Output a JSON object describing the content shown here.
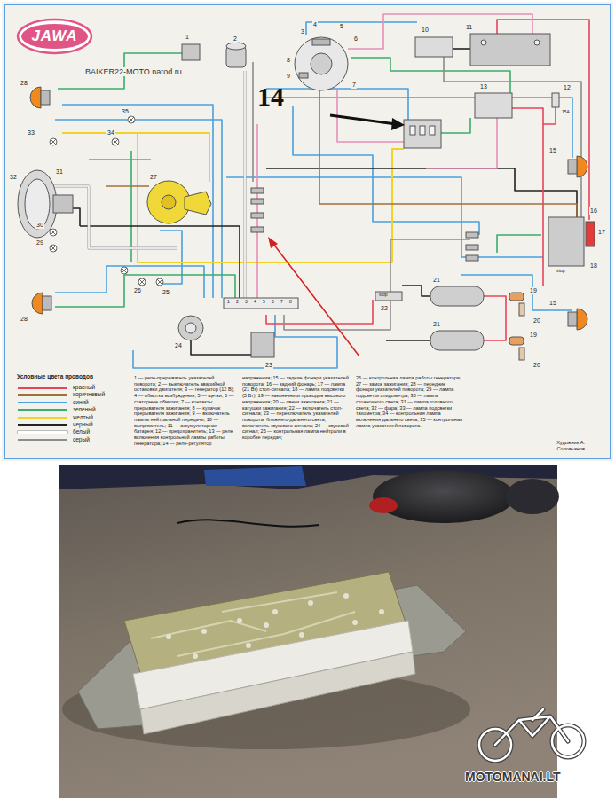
{
  "diagram": {
    "nodes": [
      {
        "text": [
          "JAWA"
        ]
      }
    ],
    "labels": [
      "BAIKER22-MOTO.narod.ru",
      "14",
      "1",
      "2",
      "3",
      "4",
      "5",
      "6",
      "7",
      "8",
      "9",
      "10",
      "11",
      "12",
      "13",
      "15",
      "15",
      "16",
      "17",
      "18",
      "19",
      "19",
      "20",
      "20",
      "21",
      "21",
      "22",
      "23",
      "24",
      "25",
      "26",
      "27",
      "28",
      "28",
      "29",
      "30",
      "31",
      "32",
      "33",
      "34",
      "35",
      "15A",
      "stop",
      "stop",
      "1",
      "2",
      "3",
      "4",
      "5",
      "6",
      "7",
      "8",
      "Условные цвета проводов",
      "1 — реле-прерыватель указателей поворота; 2 — выключатель аварийной остановки двигателя; 3 — генератор (12 В); 4 — обмотка возбуждения; 5 — щетки; 6 — статорные обмотки; 7 — контакты прерывателя зажигания; 8 — кулачок прерывателя зажигания; 9 — включатель лампы нейтральной передачи; 10 — выпрямитель; 11 — аккумуляторная батарея; 12 — предохранитель; 13 — реле включения контрольной лампы работы генератора; 14 — реле-регулятор",
      "напряжения; 15 — задние фонари указателей поворота; 16 — задний фонарь; 17 — лампа (21 Вт) стоп-сигнала; 18 — лампа подсветки (5 Вт); 19 — наконечники проводов высокого напряжения; 20 — свечи зажигания; 21 — катушки зажигания; 22 — включатель стоп-сигнала; 23 — переключатель указателей поворота, ближнего-дальнего света, включатель звукового сигнала; 24 — звуковой сигнал; 25 — контрольная лампа нейтрали в коробке передач;",
      "26 — контрольная лампа работы генератора; 27 — замок зажигания; 28 — передние фонари указателей поворота; 29 — лампа подсветки спидометра; 30 — лампа стояночного света; 31 — лампа головного света; 32 — фара; 33 — лампа подсветки тахометра; 34 — контрольная лампа включения дальнего света; 35 — контрольная лампа указателей поворота.",
      "Художник А. Соловьянов",
      "MOTOMANAI.LT"
    ],
    "legend": [
      {
        "text": "красный",
        "color": "#e8435a"
      },
      {
        "text": "коричневый",
        "color": "#a0703a"
      },
      {
        "text": "синий",
        "color": "#4aa0dc"
      },
      {
        "text": "зеленый",
        "color": "#3aad6a"
      },
      {
        "text": "желтый",
        "color": "#f0d228"
      },
      {
        "text": "черный",
        "color": "#222222"
      },
      {
        "text": "белый",
        "color": "#ffffff"
      },
      {
        "text": "серый",
        "color": "#8c8c8c"
      }
    ]
  }
}
